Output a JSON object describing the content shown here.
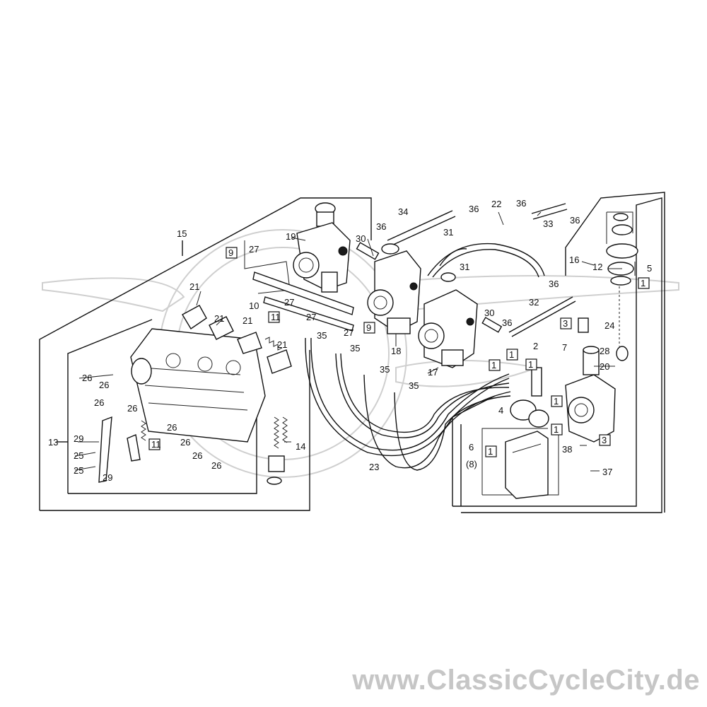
{
  "labels": {
    "p1": "1",
    "p2": "2",
    "p3": "3",
    "p4": "4",
    "p5": "5",
    "p6": "6",
    "p6alt": "(8)",
    "p7": "7",
    "p9": "9",
    "p10": "10",
    "p11": "11",
    "p12": "12",
    "p13": "13",
    "p14": "14",
    "p15": "15",
    "p16": "16",
    "p17": "17",
    "p18": "18",
    "p19": "19",
    "p20": "20",
    "p21": "21",
    "p22": "22",
    "p23": "23",
    "p24": "24",
    "p25": "25",
    "p26": "26",
    "p27": "27",
    "p28": "28",
    "p29": "29",
    "p30": "30",
    "p31": "31",
    "p32": "32",
    "p33": "33",
    "p34": "34",
    "p35": "35",
    "p36": "36",
    "p37": "37",
    "p38": "38"
  },
  "watermark": "www.ClassicCycleCity.de"
}
